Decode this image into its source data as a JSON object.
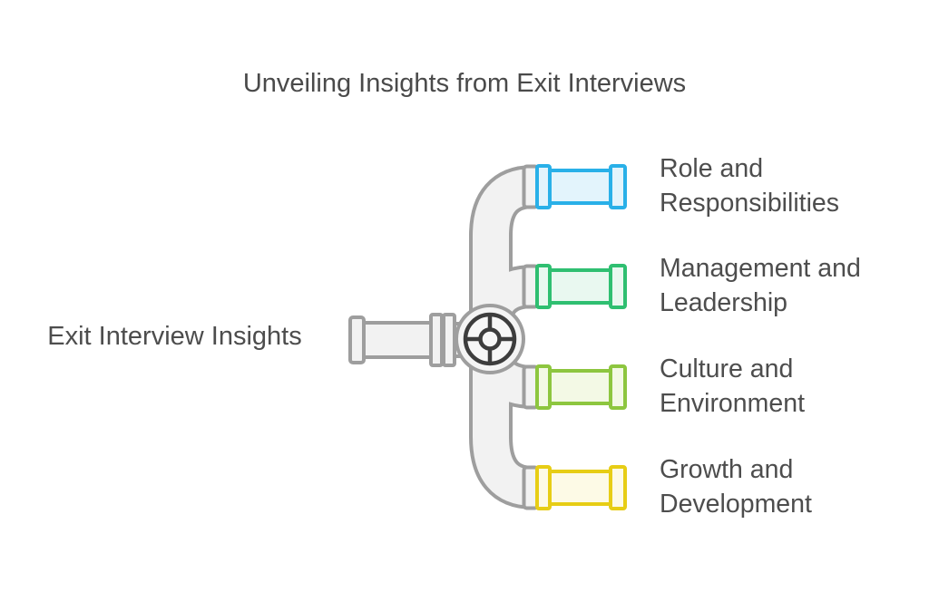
{
  "title": "Unveiling Insights from Exit Interviews",
  "root": {
    "label": "Exit Interview Insights"
  },
  "branches": [
    {
      "label": "Role and Responsibilities",
      "color": "#29b0e8",
      "fill": "#e3f4fc"
    },
    {
      "label": "Management and Leadership",
      "color": "#2fbf71",
      "fill": "#e9f8f0"
    },
    {
      "label": "Culture and Environment",
      "color": "#8dc63f",
      "fill": "#f3f9e5"
    },
    {
      "label": "Growth and Development",
      "color": "#e7cd15",
      "fill": "#fdfae6"
    }
  ],
  "colors": {
    "pipe_outline": "#9e9e9e",
    "pipe_fill": "#f2f2f2",
    "valve_dark": "#3d3d3d",
    "text": "#4d4d4d"
  }
}
